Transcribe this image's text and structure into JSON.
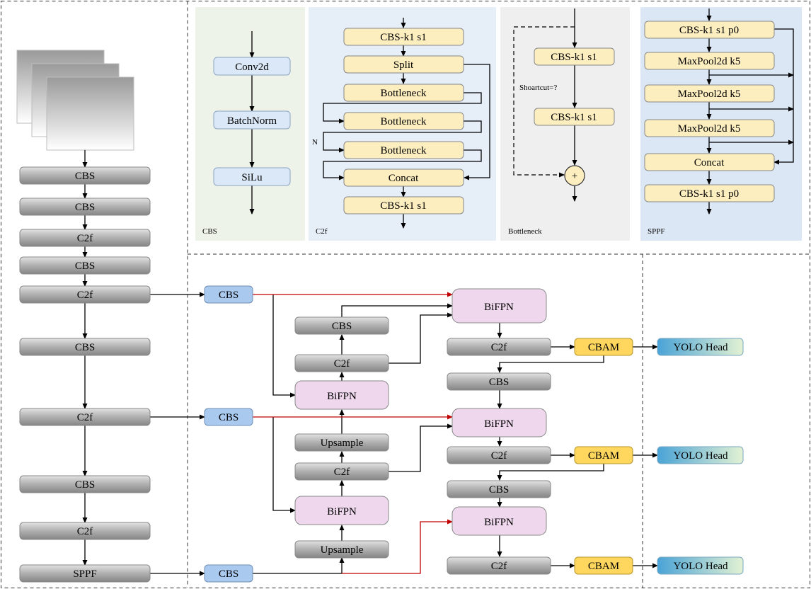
{
  "colors": {
    "gray_node_top": "#dcdcdc",
    "gray_node_bottom": "#8a8a8a",
    "blue_node": "#a9c9ef",
    "pink_node": "#efd8ee",
    "yellow_node": "#ffd75e",
    "cream_node": "#fdeec0",
    "lightblue_node": "#dbe8f7",
    "head_left": "#4fa6d6",
    "head_right": "#dff0d0",
    "panel_cbs": "#eff4ea",
    "panel_c2f": "#e7eef8",
    "panel_bottleneck": "#efefef",
    "panel_sppf": "#dce7f5",
    "arrow_red": "#c00000"
  },
  "backbone": {
    "nodes": [
      "CBS",
      "CBS",
      "C2f",
      "CBS",
      "C2f",
      "CBS",
      "C2f",
      "CBS",
      "C2f",
      "SPPF"
    ]
  },
  "neck": {
    "lateral": [
      "CBS",
      "CBS",
      "CBS"
    ],
    "mid": {
      "cbs": "CBS",
      "c2f_top": "C2f",
      "bifpn_top": "BiFPN",
      "upsample_top": "Upsample",
      "c2f_mid": "C2f",
      "bifpn_mid": "BiFPN",
      "upsample_bottom": "Upsample"
    },
    "right": {
      "bifpn_1": "BiFPN",
      "c2f_1": "C2f",
      "cbs_1": "CBS",
      "bifpn_2": "BiFPN",
      "c2f_2": "C2f",
      "cbs_2": "CBS",
      "bifpn_3": "BiFPN",
      "c2f_3": "C2f"
    },
    "cbam": [
      "CBAM",
      "CBAM",
      "CBAM"
    ],
    "heads": [
      "YOLO Head",
      "YOLO Head",
      "YOLO Head"
    ]
  },
  "panels": {
    "cbs": {
      "caption": "CBS",
      "nodes": [
        "Conv2d",
        "BatchNorm",
        "SiLu"
      ]
    },
    "c2f": {
      "caption": "C2f",
      "nodes": [
        "CBS-k1 s1",
        "Split",
        "Bottleneck",
        "Bottleneck",
        "Bottleneck",
        "Concat",
        "CBS-k1 s1"
      ],
      "n_label": "N"
    },
    "bottleneck": {
      "caption": "Bottleneck",
      "nodes": [
        "CBS-k1 s1",
        "CBS-k1 s1"
      ],
      "shortcut_label": "Shoartcut=?",
      "add_symbol": "+"
    },
    "sppf": {
      "caption": "SPPF",
      "nodes": [
        "CBS-k1 s1 p0",
        "MaxPool2d k5",
        "MaxPool2d k5",
        "MaxPool2d k5",
        "Concat",
        "CBS-k1 s1 p0"
      ]
    }
  }
}
